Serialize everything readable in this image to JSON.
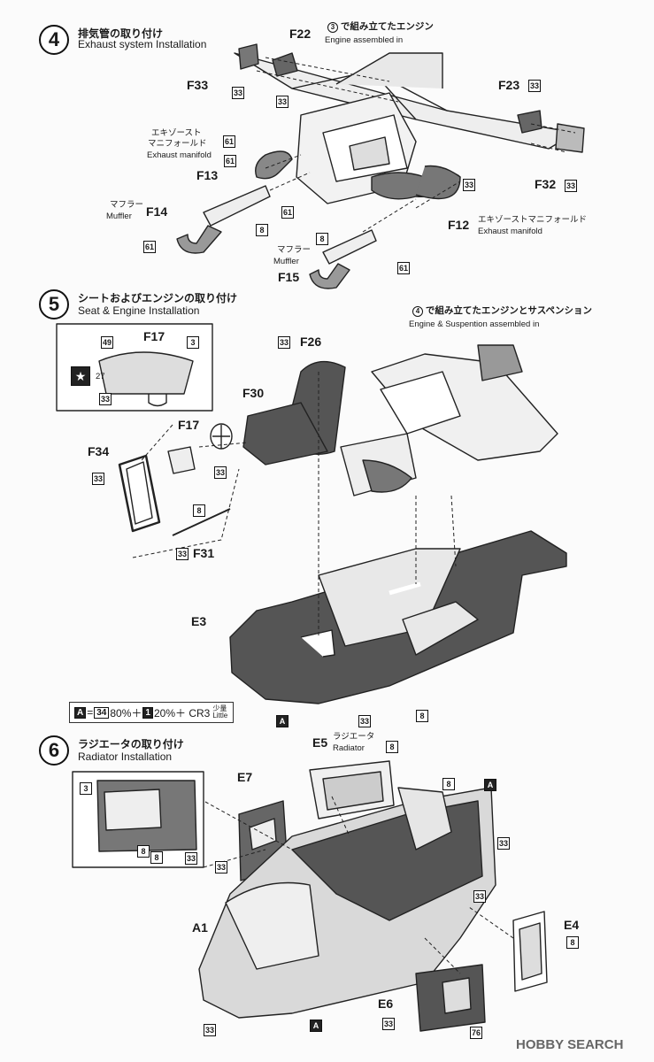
{
  "step4": {
    "number": "4",
    "title_jp": "排気管の取り付け",
    "title_en": "Exhaust system Installation",
    "engine_note_jp": "で組み立てたエンジン",
    "engine_note_ref": "3",
    "engine_note_en": "Engine assembled in",
    "parts": {
      "f22": "F22",
      "f33": "F33",
      "f23": "F23",
      "f32": "F32",
      "f13": "F13",
      "f14": "F14",
      "f12": "F12",
      "f15": "F15"
    },
    "manifold_jp_1": "エキゾースト",
    "manifold_jp_2": "マニフォールド",
    "manifold_en": "Exhaust manifold",
    "manifold2_jp": "エキゾーストマニフォールド",
    "manifold2_en": "Exhaust manifold",
    "muffler_jp": "マフラー",
    "muffler_en": "Muffler",
    "muffler2_jp": "マフラー",
    "muffler2_en": "Muffler",
    "colors": [
      "33",
      "33",
      "33",
      "33",
      "61",
      "61",
      "61",
      "8",
      "61",
      "8",
      "61",
      "33"
    ]
  },
  "step5": {
    "number": "5",
    "title_jp": "シートおよびエンジンの取り付け",
    "title_en": "Seat & Engine Installation",
    "engine_note_jp": "で組み立てたエンジンとサスペンション",
    "engine_note_ref": "4",
    "engine_note_en": "Engine & Suspention assembled in",
    "parts": {
      "f17a": "F17",
      "f26": "F26",
      "f30": "F30",
      "f17b": "F17",
      "f34": "F34",
      "f31": "F31",
      "e3": "E3"
    },
    "colors": [
      "49",
      "3",
      "27",
      "33",
      "33",
      "33",
      "33",
      "8",
      "33",
      "A",
      "33",
      "8"
    ],
    "formula": {
      "a": "A",
      "eq": "=",
      "c1": "34",
      "p1": "80%＋",
      "c2": "1",
      "p2": "20%＋ CR3",
      "little_jp": "少量",
      "little_en": "Little"
    }
  },
  "step6": {
    "number": "6",
    "title_jp": "ラジエータの取り付け",
    "title_en": "Radiator Installation",
    "radiator_jp": "ラジエータ",
    "radiator_en": "Radiator",
    "parts": {
      "e5": "E5",
      "e7": "E7",
      "a1": "A1",
      "e4": "E4",
      "e6": "E6"
    },
    "colors": [
      "8",
      "8",
      "A",
      "3",
      "8",
      "8",
      "33",
      "33",
      "33",
      "33",
      "8",
      "33",
      "A",
      "33",
      "76"
    ]
  },
  "watermark": "HOBBY SEARCH"
}
